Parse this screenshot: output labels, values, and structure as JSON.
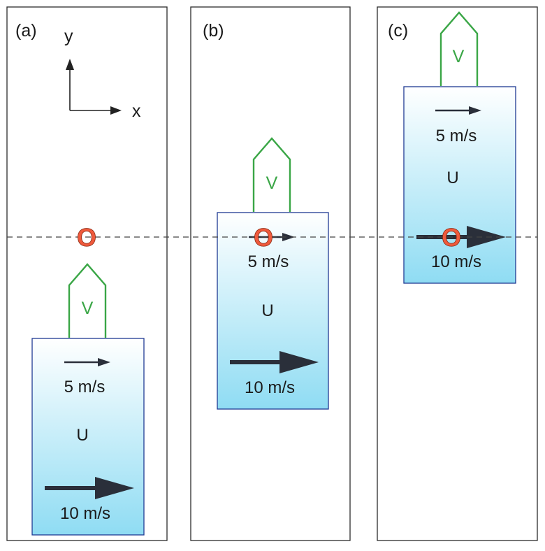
{
  "panels": [
    {
      "label": "(a)",
      "show_axes": true
    },
    {
      "label": "(b)",
      "show_axes": false
    },
    {
      "label": "(c)",
      "show_axes": false
    }
  ],
  "axes": {
    "y_label": "y",
    "x_label": "x"
  },
  "water_block": {
    "label": "U",
    "slow_speed_label": "5 m/s",
    "fast_speed_label": "10 m/s"
  },
  "vessel": {
    "label": "V"
  },
  "point_marker": {
    "label": "O"
  },
  "colors": {
    "frame": "#2b2b2b",
    "water_top": "#ffffff",
    "water_bottom": "#8fdcf3",
    "water_border": "#1f3a93",
    "vessel_stroke": "#3aa646",
    "vessel_label": "#3aa646",
    "marker": "#ef5a3c",
    "arrow": "#2a2f3a",
    "dashed_line": "#444444"
  }
}
